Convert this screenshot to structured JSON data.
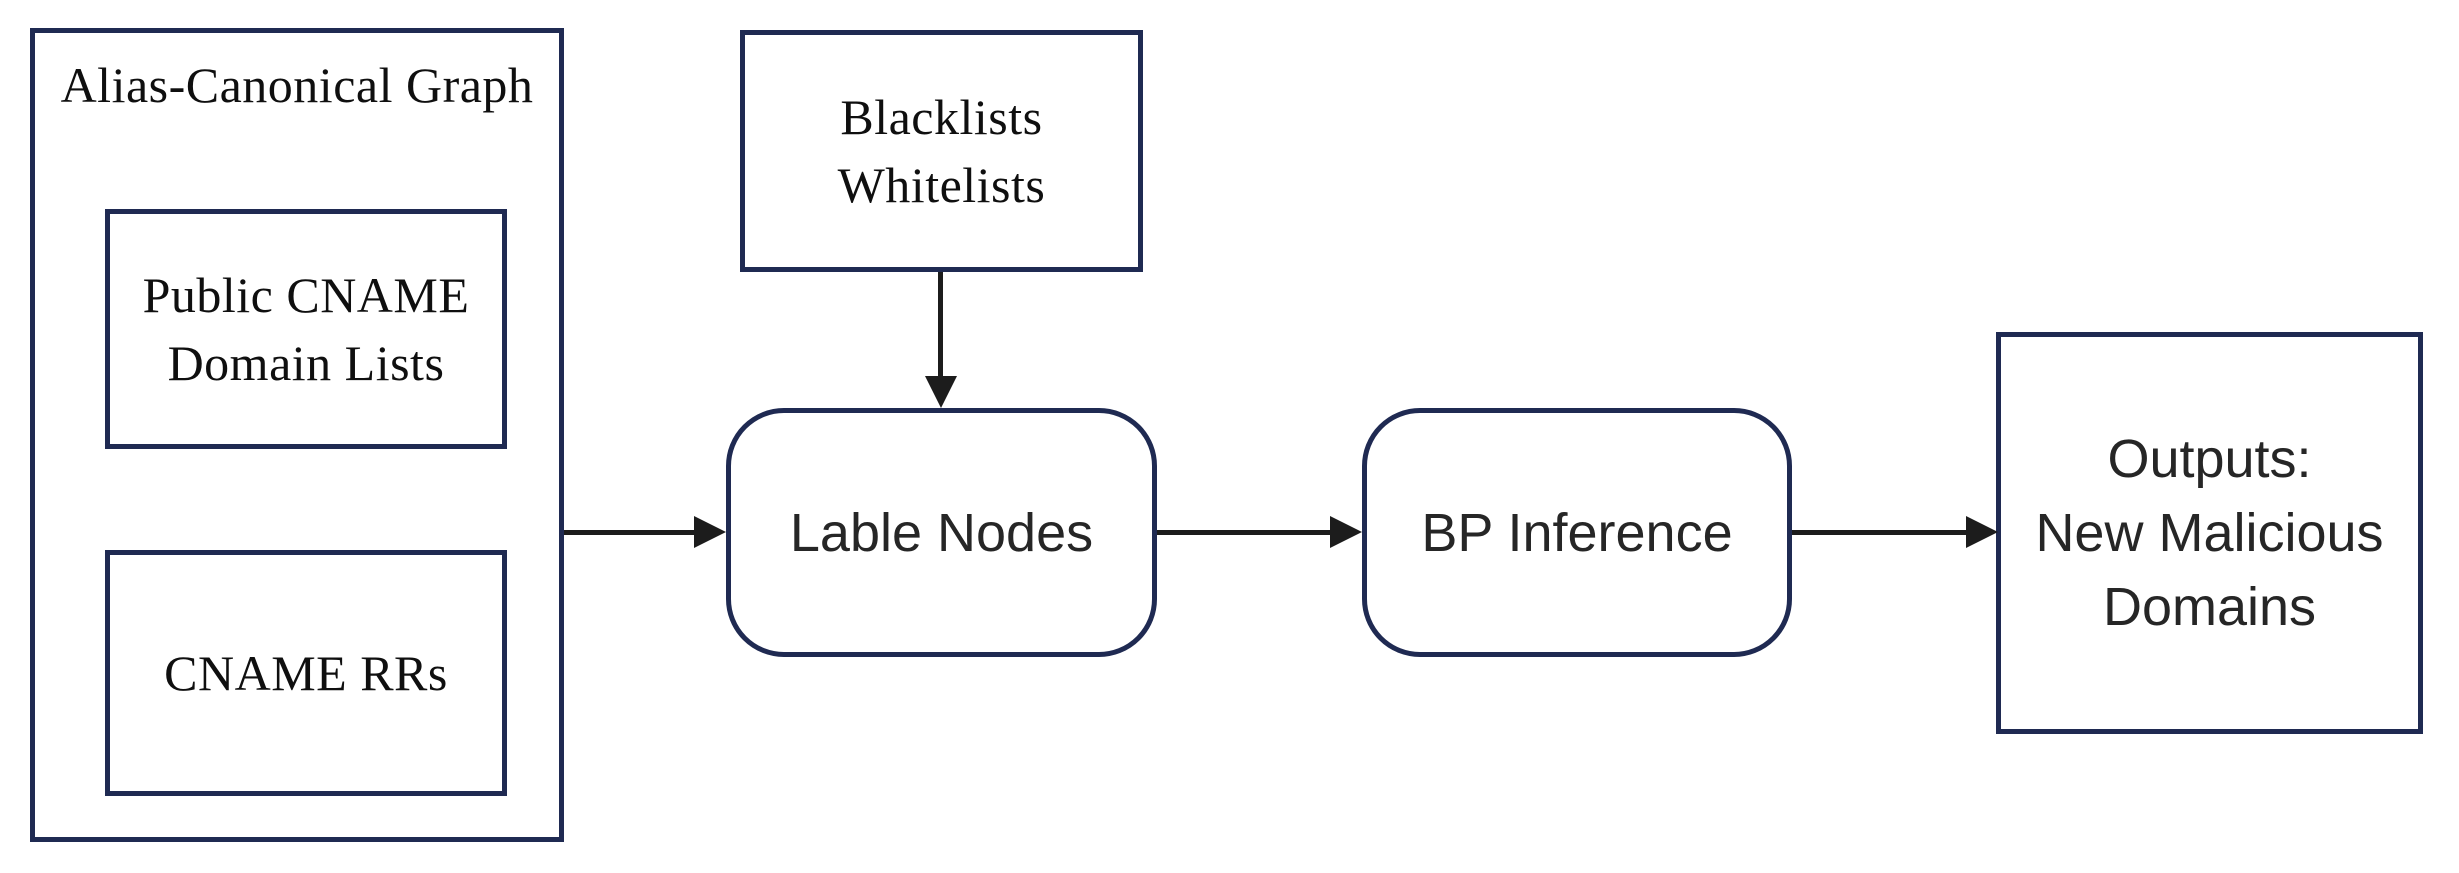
{
  "diagram": {
    "description": "Flow diagram of malicious domain detection pipeline",
    "colors": {
      "border": "#1f2a52",
      "arrow": "#1c1c1c",
      "background": "#ffffff",
      "text_serif": "#0f0f0f",
      "text_sans": "#262626"
    },
    "nodes": {
      "alias_canonical_graph": {
        "label": "Alias-Canonical Graph"
      },
      "public_cname": {
        "lines": [
          "Public CNAME",
          "Domain Lists"
        ]
      },
      "cname_rrs": {
        "label": "CNAME RRs"
      },
      "blacklists": {
        "lines": [
          "Blacklists",
          "Whitelists"
        ]
      },
      "label_nodes": {
        "label": "Lable Nodes"
      },
      "bp_inference": {
        "label": "BP Inference"
      },
      "outputs": {
        "lines": [
          "Outputs:",
          "New Malicious",
          "Domains"
        ]
      }
    },
    "edges": [
      {
        "from": "Alias-Canonical Graph",
        "to": "Lable Nodes",
        "direction": "right"
      },
      {
        "from": "Blacklists Whitelists",
        "to": "Lable Nodes",
        "direction": "down"
      },
      {
        "from": "Lable Nodes",
        "to": "BP Inference",
        "direction": "right"
      },
      {
        "from": "BP Inference",
        "to": "Outputs: New Malicious Domains",
        "direction": "right"
      }
    ]
  }
}
